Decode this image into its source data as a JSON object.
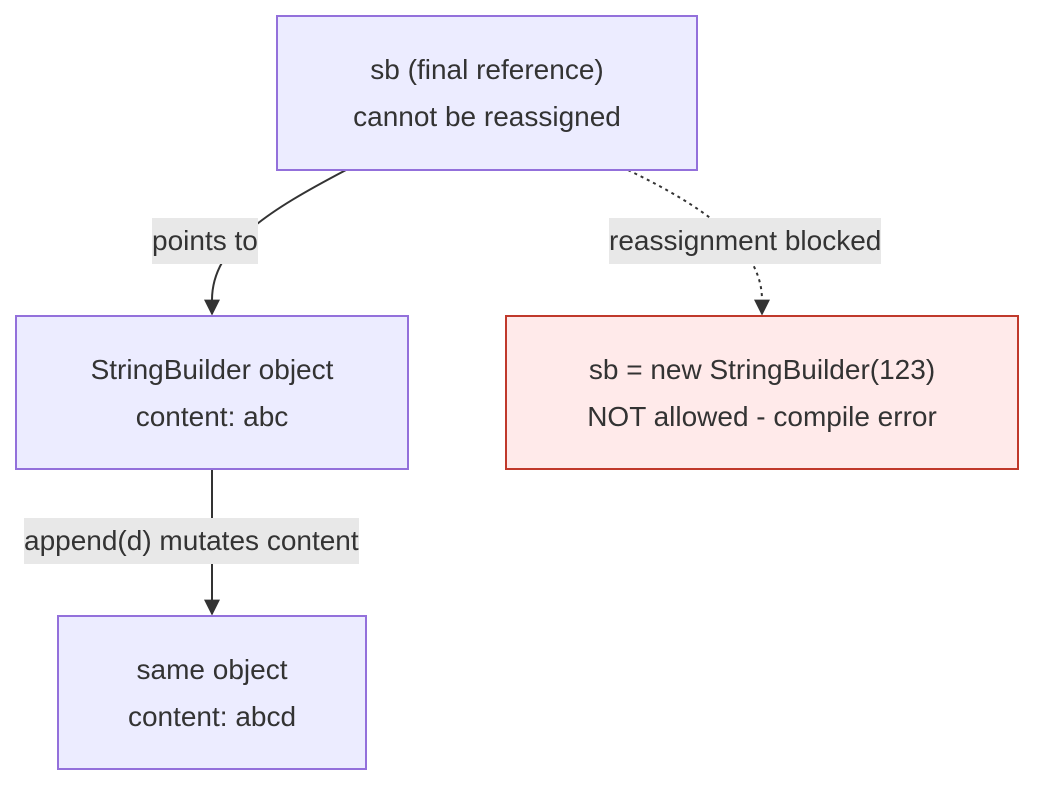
{
  "nodes": {
    "final_ref": {
      "line1": "sb (final reference)",
      "line2": "cannot be reassigned"
    },
    "sb_object": {
      "line1": "StringBuilder object",
      "line2": "content: abc"
    },
    "reassign": {
      "line1": "sb = new StringBuilder(123)",
      "line2": "NOT allowed - compile error"
    },
    "same_object": {
      "line1": "same object",
      "line2": "content: abcd"
    }
  },
  "edges": {
    "points_to": {
      "label": "points to"
    },
    "reassignment_blocked": {
      "label": "reassignment blocked"
    },
    "append": {
      "label": "append(d) mutates content"
    }
  },
  "colors": {
    "node_fill": "#ececff",
    "node_border": "#9370db",
    "error_fill": "#ffeaea",
    "error_border": "#c0392b",
    "edge": "#333333",
    "label_bg": "#e8e8e8"
  }
}
